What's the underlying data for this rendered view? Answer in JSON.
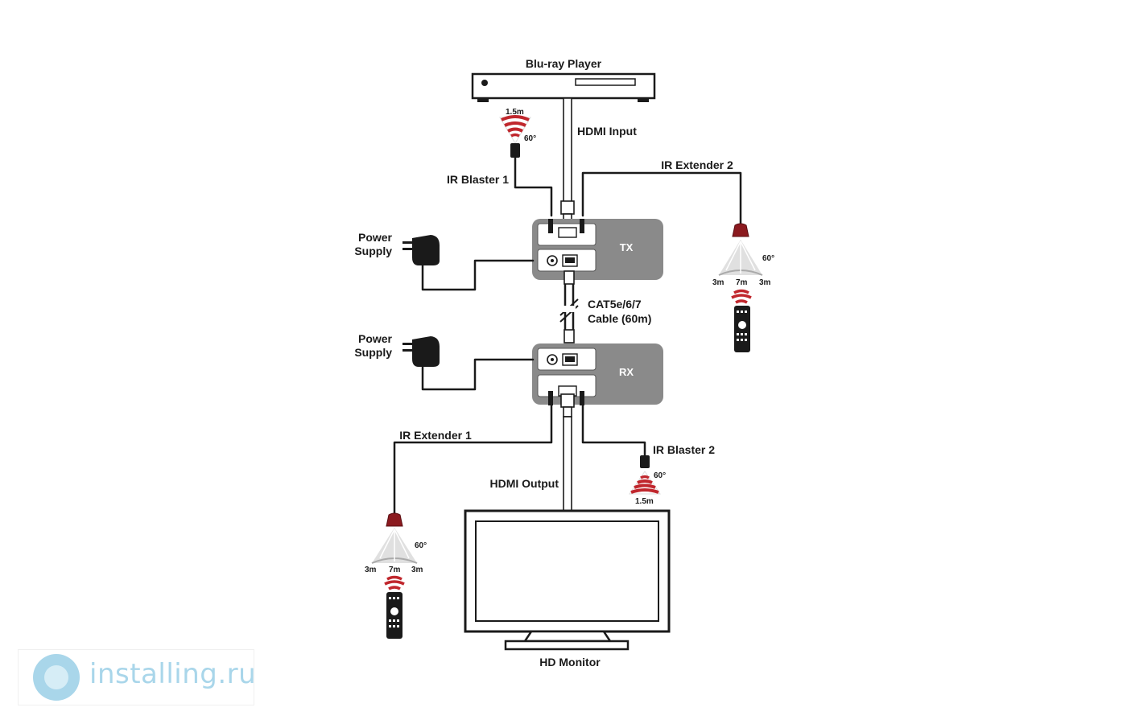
{
  "labels": {
    "bluray_player": "Blu-ray Player",
    "hdmi_input": "HDMI Input",
    "ir_blaster_1": "IR Blaster 1",
    "ir_extender_2": "IR Extender 2",
    "power_supply_tx_line1": "Power",
    "power_supply_tx_line2": "Supply",
    "power_supply_rx_line1": "Power",
    "power_supply_rx_line2": "Supply",
    "tx": "TX",
    "rx": "RX",
    "cable_line1": "CAT5e/6/7",
    "cable_line2": "Cable (60m)",
    "ir_extender_1": "IR Extender 1",
    "ir_blaster_2": "IR Blaster 2",
    "hdmi_output": "HDMI Output",
    "hd_monitor": "HD Monitor"
  },
  "ir_blaster_1": {
    "range": "1.5m",
    "angle": "60°"
  },
  "ir_blaster_2": {
    "range": "1.5m",
    "angle": "60°"
  },
  "ir_extender_2": {
    "angle": "60°",
    "range_left": "3m",
    "range_center": "7m",
    "range_right": "3m"
  },
  "ir_extender_1": {
    "angle": "60°",
    "range_left": "3m",
    "range_center": "7m",
    "range_right": "3m"
  },
  "watermark": {
    "text": "installing.ru"
  },
  "colors": {
    "unit_body": "#8a8a8a",
    "ir_red": "#c0272d",
    "cable": "#1a1a1a",
    "watermark": "#a9d6ea"
  }
}
